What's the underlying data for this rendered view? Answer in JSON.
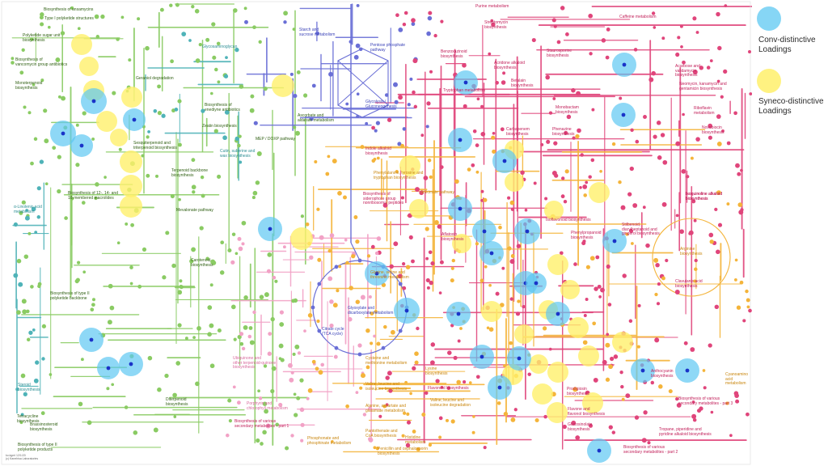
{
  "colors": {
    "green": "#8acb63",
    "pink": "#e0457b",
    "orange": "#f4b43a",
    "purple": "#6a6fd6",
    "teal": "#4fb3b8",
    "lightpink": "#f2a2c6",
    "conv": "#5ec8f2",
    "syneco": "#fff06b"
  },
  "legend": {
    "conv_label": "Conv-distinctive\nLoadings",
    "syneco_label": "Syneco-distinctive\nLoadings"
  },
  "footer": "ko.kgml 12/1/20\n(c) Kanehisa Laboratories",
  "pathways": [
    {
      "label": "Biosynthesis of ansamycins",
      "color": "green"
    },
    {
      "label": "Type I polyketide structures",
      "color": "green"
    },
    {
      "label": "Polyketide sugar unit\nbiosynthesis",
      "color": "green"
    },
    {
      "label": "Biosynthesis of\nvancomycin group antibiotics",
      "color": "green"
    },
    {
      "label": "Monoterpenoid\nbiosynthesis",
      "color": "green"
    },
    {
      "label": "Geraniol degradation",
      "color": "green"
    },
    {
      "label": "Sesquiterpenoid and\ntriterpenoid biosynthesis",
      "color": "green"
    },
    {
      "label": "Terpenoid backbone\nbiosynthesis",
      "color": "green"
    },
    {
      "label": "Biosynthesis of 12-, 14- and\n16-membered macrolides",
      "color": "green"
    },
    {
      "label": "α-Linolenic acid\nmetabolism",
      "color": "teal"
    },
    {
      "label": "Mevalonate pathway",
      "color": "green"
    },
    {
      "label": "Carotenoid\nbiosynthesis",
      "color": "green"
    },
    {
      "label": "Biosynthesis of type II\npolyketide backbone",
      "color": "green"
    },
    {
      "label": "Steroid\nbiosynthesis",
      "color": "teal"
    },
    {
      "label": "Tetracycline\nbiosynthesis",
      "color": "green"
    },
    {
      "label": "Brassinosteroid\nbiosynthesis",
      "color": "green"
    },
    {
      "label": "Biosynthesis of type II\npolyketide products",
      "color": "green"
    },
    {
      "label": "Diterpenoid\nbiosynthesis",
      "color": "green"
    },
    {
      "label": "Zeatin biosynthesis",
      "color": "green"
    },
    {
      "label": "Biosynthesis of\nenediyne antibiotics",
      "color": "green"
    },
    {
      "label": "Glycosaminoglycan",
      "color": "teal"
    },
    {
      "label": "Starch and\nsucrose metabolism",
      "color": "purple"
    },
    {
      "label": "Pentose phosphate\npathway",
      "color": "purple"
    },
    {
      "label": "Ascorbate and\naldarate metabolism",
      "color": "green"
    },
    {
      "label": "Glycolysis /\nGluconeogenesis",
      "color": "purple"
    },
    {
      "label": "MEP / DOXP pathway",
      "color": "green"
    },
    {
      "label": "Cutin, suberine and\nwax biosynthesis",
      "color": "teal"
    },
    {
      "label": "Indole alkaloid\nbiosynthesis",
      "color": "pink"
    },
    {
      "label": "Phenylalanine, tyrosine and\ntryptophan biosynthesis",
      "color": "orange"
    },
    {
      "label": "Biosynthesis of\nsiderophore group\nnonribosomal peptides",
      "color": "pink"
    },
    {
      "label": "Shikimate pathway",
      "color": "orange"
    },
    {
      "label": "Aflatoxin\nbiosynthesis",
      "color": "pink"
    },
    {
      "label": "Glyoxylate and\ndicarboxylate metabolism",
      "color": "purple"
    },
    {
      "label": "Citrate cycle\n(TCA cycle)",
      "color": "purple"
    },
    {
      "label": "Glycine, serine and\nthreonine metabolism",
      "color": "orange"
    },
    {
      "label": "Cysteine and\nmethionine metabolism",
      "color": "orange"
    },
    {
      "label": "Lysine\nbiosynthesis",
      "color": "orange"
    },
    {
      "label": "Valine, leucine and\nisoleucine biosynthesis",
      "color": "orange"
    },
    {
      "label": "Flavonoid biosynthesis",
      "color": "pink"
    },
    {
      "label": "Alanine, aspartate and\nglutamate metabolism",
      "color": "orange"
    },
    {
      "label": "Valine, leucine and\nisoleucine degradation",
      "color": "orange"
    },
    {
      "label": "Pantothenate and\nCoA biosynthesis",
      "color": "orange"
    },
    {
      "label": "Histidine\nmetabolism",
      "color": "orange"
    },
    {
      "label": "Penicillin and cephalosporin\nbiosynthesis",
      "color": "orange"
    },
    {
      "label": "Phosphonate and\nphosphinate metabolism",
      "color": "orange"
    },
    {
      "label": "Ubiquinone and\nother terpenoid-quinone\nbiosynthesis",
      "color": "lightpink"
    },
    {
      "label": "Porphyrin and\nchlorophyll metabolism",
      "color": "lightpink"
    },
    {
      "label": "Biosynthesis of various\nsecondary metabolites - part 1",
      "color": "pink"
    },
    {
      "label": "Purine metabolism",
      "color": "pink"
    },
    {
      "label": "Streptomycin\nbiosynthesis",
      "color": "pink"
    },
    {
      "label": "Neomycin, kanamycin and\ngentamicin biosynthesis",
      "color": "pink"
    },
    {
      "label": "Benzoxazinoid\nbiosynthesis",
      "color": "pink"
    },
    {
      "label": "Isoquinoline alkaloid\nbiosynthesis",
      "color": "pink"
    },
    {
      "label": "Acridone alkaloid\nbiosynthesis",
      "color": "pink"
    },
    {
      "label": "Staurosporine\nbiosynthesis",
      "color": "pink"
    },
    {
      "label": "Betalain\nbiosynthesis",
      "color": "pink"
    },
    {
      "label": "Caffeine metabolism",
      "color": "pink"
    },
    {
      "label": "Acarbose and\nvalidamycin\nbiosynthesis",
      "color": "pink"
    },
    {
      "label": "Tryptophan metabolism",
      "color": "pink"
    },
    {
      "label": "Monobactam\nbiosynthesis",
      "color": "pink"
    },
    {
      "label": "Phenazine\nbiosynthesis",
      "color": "pink"
    },
    {
      "label": "Riboflavin\nmetabolism",
      "color": "pink"
    },
    {
      "label": "Novobiocin\nbiosynthesis",
      "color": "pink"
    },
    {
      "label": "Carbapenem\nbiosynthesis",
      "color": "pink"
    },
    {
      "label": "Isoflavonoid biosynthesis",
      "color": "pink"
    },
    {
      "label": "Isoquinoline alkaloid\nbiosynthesis",
      "color": "pink"
    },
    {
      "label": "Stilbenoid,\ndiarylheptanoid and\ngingerol biosynthesis",
      "color": "pink"
    },
    {
      "label": "Phenylpropanoid\nbiosynthesis",
      "color": "pink"
    },
    {
      "label": "Arginine\nbiosynthesis",
      "color": "orange"
    },
    {
      "label": "Clavulanic acid\nbiosynthesis",
      "color": "pink"
    },
    {
      "label": "Anthocyanin\nbiosynthesis",
      "color": "pink"
    },
    {
      "label": "Cyanoamino acid\nmetabolism",
      "color": "orange"
    },
    {
      "label": "Prodigiosin\nbiosynthesis",
      "color": "pink"
    },
    {
      "label": "Flavone and\nflavonol biosynthesis",
      "color": "pink"
    },
    {
      "label": "Biosynthesis of various\nsecondary metabolites - part 3",
      "color": "pink"
    },
    {
      "label": "Glucosinolate\nbiosynthesis",
      "color": "pink"
    },
    {
      "label": "Tropane, piperidine and\npyridine alkaloid biosynthesis",
      "color": "pink"
    },
    {
      "label": "Biosynthesis of various\nsecondary metabolites - part 2",
      "color": "pink"
    }
  ]
}
